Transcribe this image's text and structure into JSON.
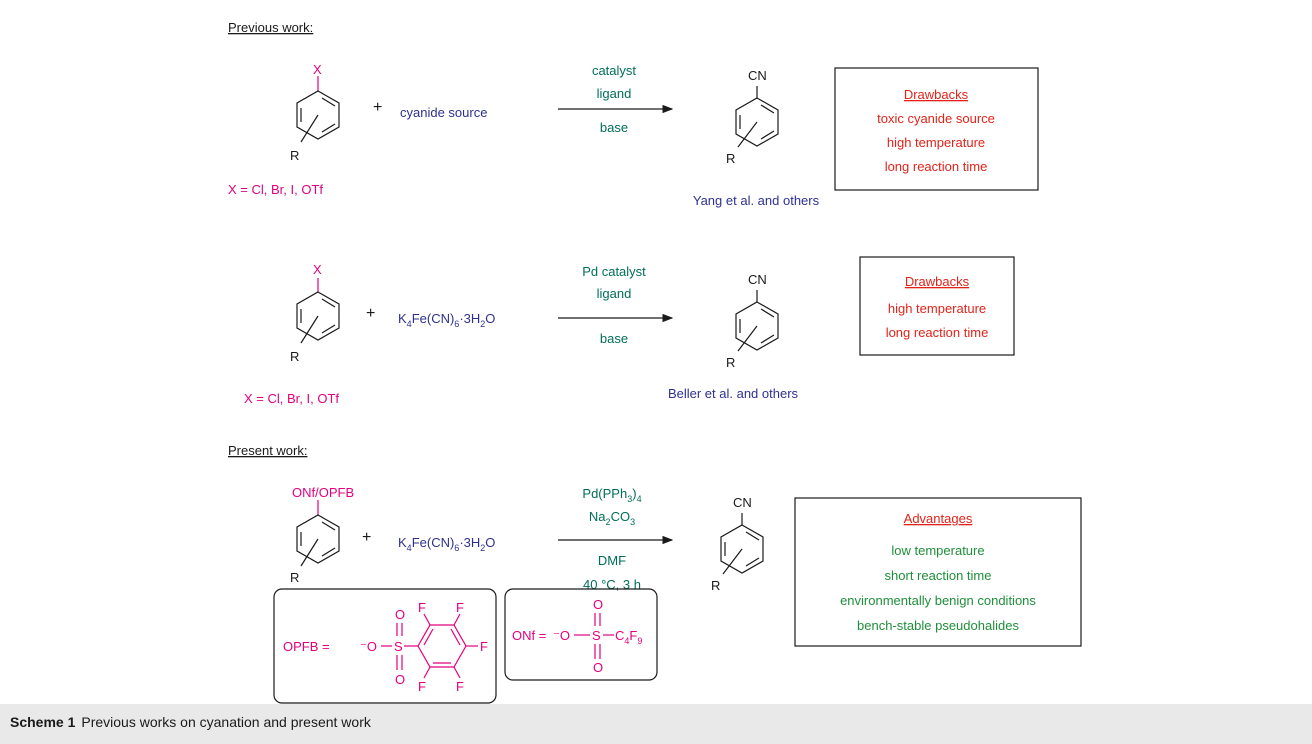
{
  "section_previous": "Previous work:",
  "section_present": "Present work:",
  "r1": {
    "substituent": "X",
    "r_group": "R",
    "plus": "+",
    "reagent": "cyanide source",
    "cond_top1": "catalyst",
    "cond_top2": "ligand",
    "cond_bottom": "base",
    "product_group": "CN",
    "product_r": "R",
    "x_def": "X = Cl, Br, I, OTf",
    "ref": "Yang et al. and others",
    "box_title": "Drawbacks",
    "box_items": [
      "toxic cyanide source",
      "high temperature",
      "long reaction time"
    ]
  },
  "r2": {
    "substituent": "X",
    "r_group": "R",
    "plus": "+",
    "reagent_a": "K",
    "reagent_a_sub": "4",
    "reagent_b": "Fe(CN)",
    "reagent_b_sub": "6",
    "reagent_c": "·3H",
    "reagent_c_sub": "2",
    "reagent_d": "O",
    "cond_top1": "Pd catalyst",
    "cond_top2": "ligand",
    "cond_bottom": "base",
    "product_group": "CN",
    "product_r": "R",
    "x_def": "X = Cl, Br, I, OTf",
    "ref": "Beller et al. and others",
    "box_title": "Drawbacks",
    "box_items": [
      "high temperature",
      "long reaction time"
    ]
  },
  "r3": {
    "substituent": "ONf/OPFB",
    "r_group": "R",
    "plus": "+",
    "reagent_a": "K",
    "reagent_a_sub": "4",
    "reagent_b": "Fe(CN)",
    "reagent_b_sub": "6",
    "reagent_c": "·3H",
    "reagent_c_sub": "2",
    "reagent_d": "O",
    "cond1_a": "Pd(PPh",
    "cond1_sub": "3",
    "cond1_b": ")",
    "cond1_sub2": "4",
    "cond2_a": "Na",
    "cond2_sub": "2",
    "cond2_b": "CO",
    "cond2_sub2": "3",
    "cond3": "DMF",
    "cond4": "40 °C, 3 h",
    "product_group": "CN",
    "product_r": "R",
    "box_title": "Advantages",
    "box_items": [
      "low temperature",
      "short reaction time",
      "environmentally benign conditions",
      "bench-stable pseudohalides"
    ],
    "opfb_label": "OPFB =",
    "opfb_o_minus": "⁻O",
    "opfb_s": "S",
    "opfb_o": "O",
    "opfb_f": "F",
    "onf_label": "ONf =",
    "onf_o_minus": "⁻O",
    "onf_s": "S",
    "onf_o": "O",
    "onf_c": "C",
    "onf_c_sub": "4",
    "onf_f": "F",
    "onf_f_sub": "9"
  },
  "caption": {
    "label": "Scheme 1",
    "text": "Previous works on cyanation and present work"
  },
  "colors": {
    "pink": "#e3007e",
    "blue": "#2e3192",
    "teal": "#006f58",
    "red": "#e2231a",
    "green": "#1e8f3a",
    "caption_bg": "#e9e9e9"
  }
}
